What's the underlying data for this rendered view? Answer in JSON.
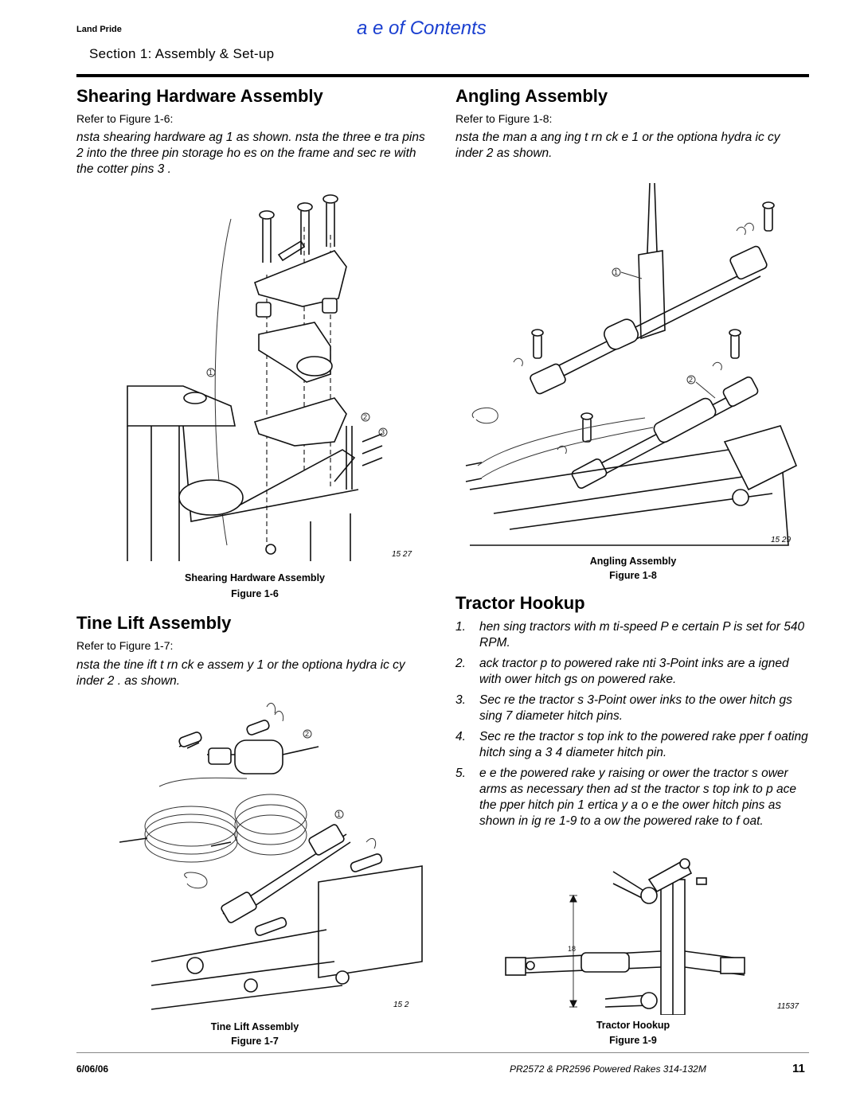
{
  "header": {
    "brand": "Land Pride",
    "toc_link": "a   e of Contents",
    "section": "Section 1:  Assembly & Set-up"
  },
  "shearing": {
    "title": "Shearing Hardware Assembly",
    "refer": "Refer to Figure 1-6:",
    "text": " nsta   shearing hardware   ag    1  as shown.  nsta   the three e  tra pins    2  into the three pin storage ho es on the frame and sec  re with the cotter pins    3 .",
    "figure_code": "15  27",
    "caption": "Shearing Hardware Assembly",
    "figure_label": "Figure 1-6",
    "callouts": [
      "1",
      "2",
      "3"
    ]
  },
  "angling": {
    "title": "Angling Assembly",
    "refer": "Refer to Figure 1-8:",
    "text": " nsta   the man  a  ang ing t  rn   ck e    1  or the optiona  hydra   ic cy inder    2  as shown.",
    "figure_code": "15  29",
    "caption": "Angling Assembly",
    "figure_label": "Figure 1-8",
    "callouts": [
      "1",
      "2"
    ]
  },
  "tine": {
    "title": "Tine Lift Assembly",
    "refer": "Refer to Figure 1-7:",
    "text": " nsta   the tine  ift t  rn   ck e assem  y    1  or the optiona  hydra   ic cy inder    2 . as shown.",
    "figure_code": "15  2",
    "caption": "Tine Lift Assembly",
    "figure_label": "Figure 1-7",
    "callouts": [
      "1",
      "2"
    ]
  },
  "tractor": {
    "title": "Tractor Hookup",
    "steps": [
      {
        "n": "1.",
        "text": "   hen    sing tractors with m   ti-speed P       e   certain P      is set for 540 RPM."
      },
      {
        "n": "2.",
        "text": "   ack tractor    p to powered rake   nti  3-Point  inks are a igned with  ower hitch    gs on powered rake."
      },
      {
        "n": "3.",
        "text": "Sec  re the tractor s 3-Point  ower  inks to the  ower hitch    gs   sing 7     diameter hitch pins."
      },
      {
        "n": "4.",
        "text": "Sec  re the tractor s top  ink to the powered rake    pper f oating hitch   sing a 3 4   diameter hitch pin."
      },
      {
        "n": "5.",
        "text": "   e  e  the powered rake   y raising or  ower the tractor s  ower arms as necessary  then ad  st the tractor s top  ink to p ace the    pper hitch pin 1    ertica  y a  o e the  ower hitch pins as shown in   ig  re 1-9 to a  ow the powered rake to f oat."
      }
    ],
    "figure_code": "11537",
    "dimension": "18",
    "caption": "Tractor Hookup",
    "figure_label": "Figure 1-9"
  },
  "footer": {
    "date": "6/06/06",
    "doc": "PR2572 & PR2596 Powered Rakes   314-132M",
    "page": "11"
  }
}
